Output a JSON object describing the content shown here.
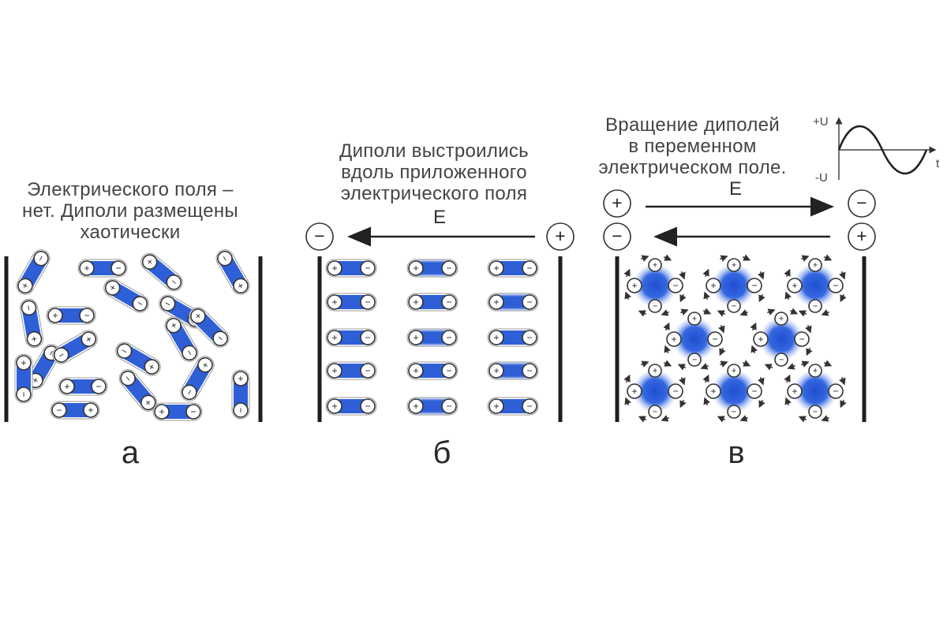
{
  "panels": [
    {
      "id": "a",
      "label": "а",
      "caption": "Электрического поля –\nнет. Диполи размещены\nхаотически"
    },
    {
      "id": "b",
      "label": "б",
      "caption": "Диполи выстроились\nвдоль приложенного\nэлектрического поля",
      "field_label": "E"
    },
    {
      "id": "c",
      "label": "в",
      "caption": "Вращение диполей\nв переменном\nэлектрическом поле.",
      "field_label": "E",
      "graph": {
        "plus_u": "+U",
        "minus_u": "-U",
        "t": "t"
      }
    }
  ],
  "symbols": {
    "plus": "+",
    "minus": "−"
  },
  "colors": {
    "dipole": "#2f5fd6",
    "dipole_glow": "#7fa2f0",
    "plate": "#1e1e1e",
    "arrow": "#222222"
  }
}
